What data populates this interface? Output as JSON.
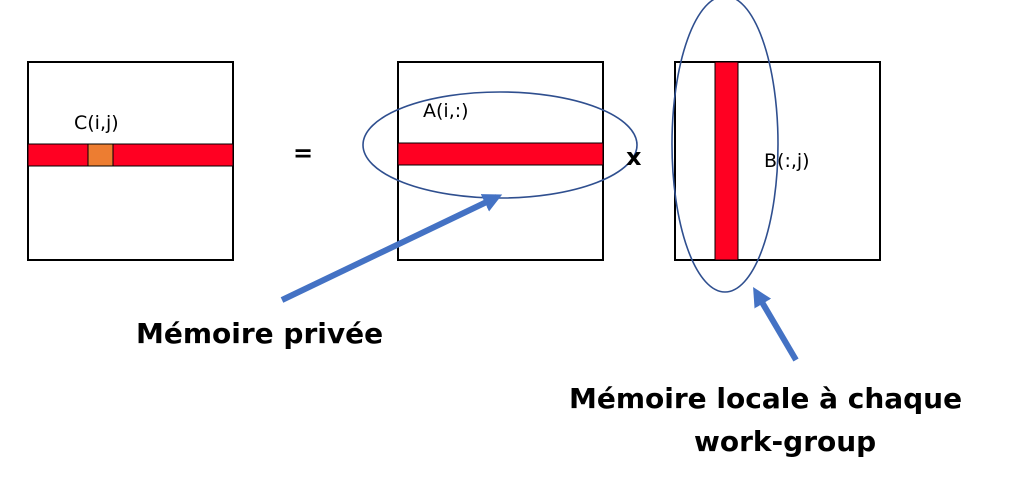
{
  "diagram": {
    "matrix_c": {
      "label": "C(i,j)"
    },
    "matrix_a": {
      "label": "A(i,:)"
    },
    "matrix_b": {
      "label": "B(:,j)"
    },
    "operators": {
      "equals": "=",
      "times": "x"
    },
    "callouts": {
      "private": "Mémoire privée",
      "local_line1": "Mémoire locale à chaque",
      "local_line2": "work-group"
    }
  },
  "colors": {
    "row_fill": "#ff0022",
    "cell_fill": "#ed7d31",
    "outline": "#000000",
    "ellipse": "#2f4f8f",
    "arrow": "#4472c4"
  },
  "icons": {
    "arrow_private": "arrow-up-right-icon",
    "arrow_local": "arrow-up-left-icon"
  }
}
